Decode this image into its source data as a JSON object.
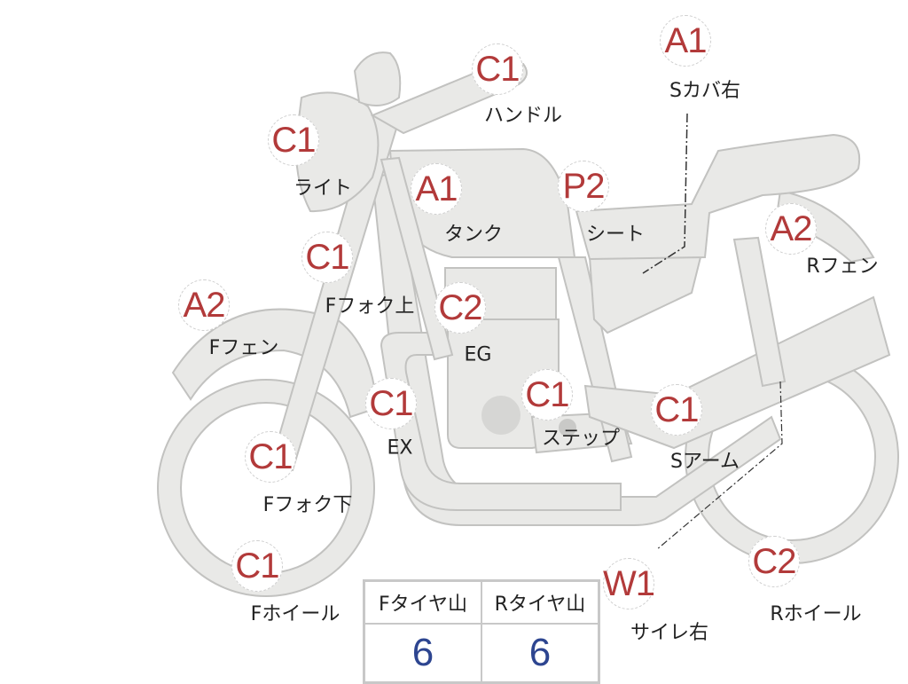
{
  "colors": {
    "part_fill": "#e9e9e7",
    "part_stroke": "#c2c2c0",
    "grade": "#b23a3a",
    "tire_value": "#2d4590"
  },
  "parts": [
    {
      "grade": "A1",
      "label": "Sカバ右"
    },
    {
      "grade": "C1",
      "label": "ハンドル"
    },
    {
      "grade": "C1",
      "label": "ライト"
    },
    {
      "grade": "A1",
      "label": "タンク"
    },
    {
      "grade": "P2",
      "label": "シート"
    },
    {
      "grade": "A2",
      "label": "Rフェン"
    },
    {
      "grade": "C1",
      "label": "Fフォク上"
    },
    {
      "grade": "A2",
      "label": "Fフェン"
    },
    {
      "grade": "C2",
      "label": "EG"
    },
    {
      "grade": "C1",
      "label": "EX"
    },
    {
      "grade": "C1",
      "label": "ステップ"
    },
    {
      "grade": "C1",
      "label": "Sアーム"
    },
    {
      "grade": "C1",
      "label": "Fフォク下"
    },
    {
      "grade": "C1",
      "label": "Fホイール"
    },
    {
      "grade": "W1",
      "label": "サイレ右"
    },
    {
      "grade": "C2",
      "label": "Rホイール"
    }
  ],
  "tires": {
    "front_header": "Fタイヤ山",
    "rear_header": "Rタイヤ山",
    "front_value": "6",
    "rear_value": "6"
  }
}
